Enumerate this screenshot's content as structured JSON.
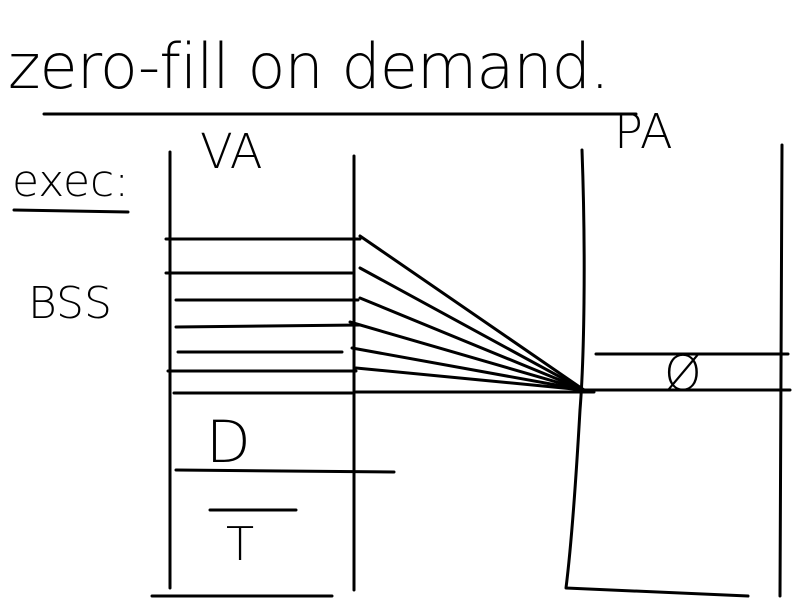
{
  "title": "zero-fill on demand.",
  "labels": {
    "virtual_address": "VA",
    "physical_address": "PA",
    "executable": "exec:",
    "bss_segment": "BSS",
    "data_segment": "D",
    "text_segment": "T",
    "zero_page": "Ø"
  },
  "colors": {
    "ink": "#000000",
    "background": "#ffffff"
  }
}
